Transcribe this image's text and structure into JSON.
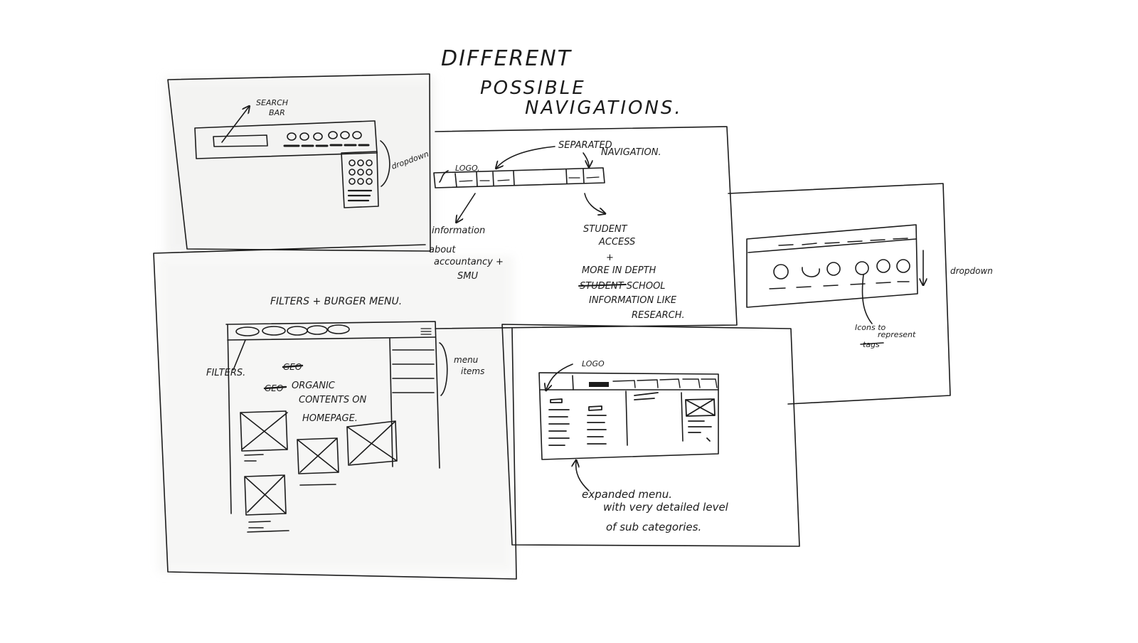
{
  "title": {
    "line1": "DIFFERENT",
    "line2": "POSSIBLE",
    "line3": "NAVIGATIONS."
  },
  "sketch_search": {
    "search_bar_label": "SEARCH BAR",
    "search_bar_line1": "SEARCH",
    "search_bar_line2": "BAR",
    "dropdown_label": "dropdown"
  },
  "sketch_separated": {
    "heading": "SEPARATED NAVIGATION.",
    "heading_line1": "SEPARATED",
    "heading_line2": "NAVIGATION.",
    "logo_label": "LOGO.",
    "left_note": [
      "information",
      "about",
      "accountancy +",
      "SMU"
    ],
    "right_note": [
      "STUDENT",
      "ACCESS",
      "+",
      "MORE IN DEPTH",
      "STUDENT SCHOOL",
      "INFORMATION LIKE",
      "RESEARCH."
    ],
    "struck_word": "STUDENT"
  },
  "sketch_icons": {
    "dropdown_label": "dropdown",
    "icons_note": [
      "Icons to",
      "represent",
      "tags"
    ],
    "struck_word": "tags"
  },
  "sketch_burger": {
    "heading": "FILTERS + BURGER MENU.",
    "filters_label": "FILTERS.",
    "menu_items_label": [
      "menu",
      "items"
    ],
    "organic_note": [
      "ORGANIC",
      "CONTENTS ON",
      "HOMEPAGE."
    ],
    "struck_words": [
      "GEO",
      "GEO"
    ]
  },
  "sketch_expanded": {
    "logo_label": "LOGO",
    "note": [
      "expanded menu.",
      "with very detailed level",
      "of sub categories."
    ]
  },
  "colors": {
    "ink": "#1c1c1c",
    "paper": "#ffffff",
    "shadow": "#e9e9e7"
  }
}
